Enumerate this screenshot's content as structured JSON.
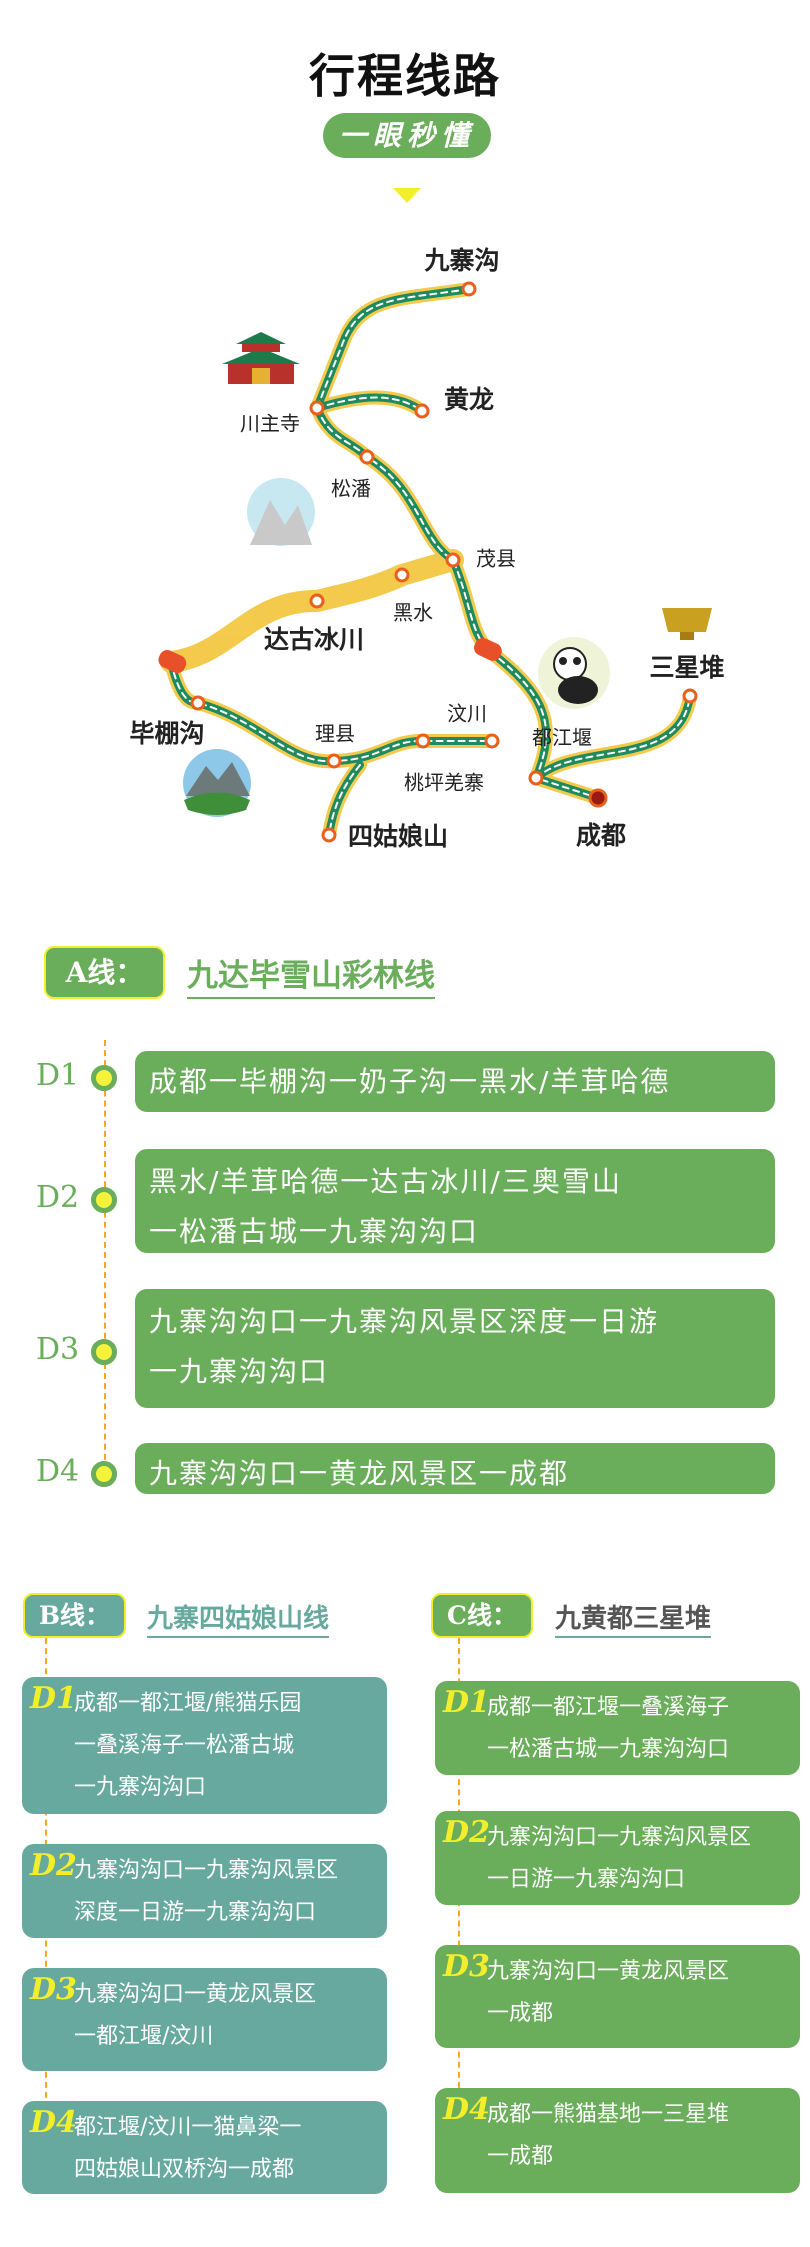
{
  "header": {
    "title": "行程线路",
    "subtitle": "一眼秒懂"
  },
  "map": {
    "labels": [
      "九寨沟",
      "川主寺",
      "黄龙",
      "松潘",
      "茂县",
      "黑水",
      "达古冰川",
      "毕棚沟",
      "理县",
      "汶川",
      "桃坪羌寨",
      "都江堰",
      "三星堆",
      "成都",
      "四姑娘山"
    ]
  },
  "colors": {
    "green": "#6aad5a",
    "teal": "#67a99f",
    "yellow": "#f3ee2c",
    "orange": "#f5a623",
    "node": "#e8601c"
  },
  "routes": {
    "a": {
      "tag": "A线：",
      "name": "九达毕雪山彩林线",
      "days": [
        {
          "day": "D1",
          "lines": [
            "成都一毕棚沟一奶子沟一黑水/羊茸哈德"
          ]
        },
        {
          "day": "D2",
          "lines": [
            "黑水/羊茸哈德一达古冰川/三奥雪山",
            "一松潘古城一九寨沟沟口"
          ]
        },
        {
          "day": "D3",
          "lines": [
            "九寨沟沟口一九寨沟风景区深度一日游",
            "一九寨沟沟口"
          ]
        },
        {
          "day": "D4",
          "lines": [
            "九寨沟沟口一黄龙风景区一成都"
          ]
        }
      ]
    },
    "b": {
      "tag": "B线：",
      "name": "九寨四姑娘山线",
      "days": [
        {
          "day": "D1",
          "lines": [
            "成都一都江堰/熊猫乐园",
            "一叠溪海子一松潘古城",
            "一九寨沟沟口"
          ]
        },
        {
          "day": "D2",
          "lines": [
            "九寨沟沟口一九寨沟风景区",
            "深度一日游一九寨沟沟口"
          ]
        },
        {
          "day": "D3",
          "lines": [
            "九寨沟沟口一黄龙风景区",
            "一都江堰/汶川"
          ]
        },
        {
          "day": "D4",
          "lines": [
            "都江堰/汶川一猫鼻梁一",
            "四姑娘山双桥沟一成都"
          ]
        }
      ]
    },
    "c": {
      "tag": "C线：",
      "name": "九黄都三星堆",
      "days": [
        {
          "day": "D1",
          "lines": [
            "成都一都江堰一叠溪海子",
            "一松潘古城一九寨沟沟口"
          ]
        },
        {
          "day": "D2",
          "lines": [
            "九寨沟沟口一九寨沟风景区",
            "一日游一九寨沟沟口"
          ]
        },
        {
          "day": "D3",
          "lines": [
            "九寨沟沟口一黄龙风景区",
            "一成都"
          ]
        },
        {
          "day": "D4",
          "lines": [
            "成都一熊猫基地一三星堆",
            "一成都"
          ]
        }
      ]
    }
  }
}
